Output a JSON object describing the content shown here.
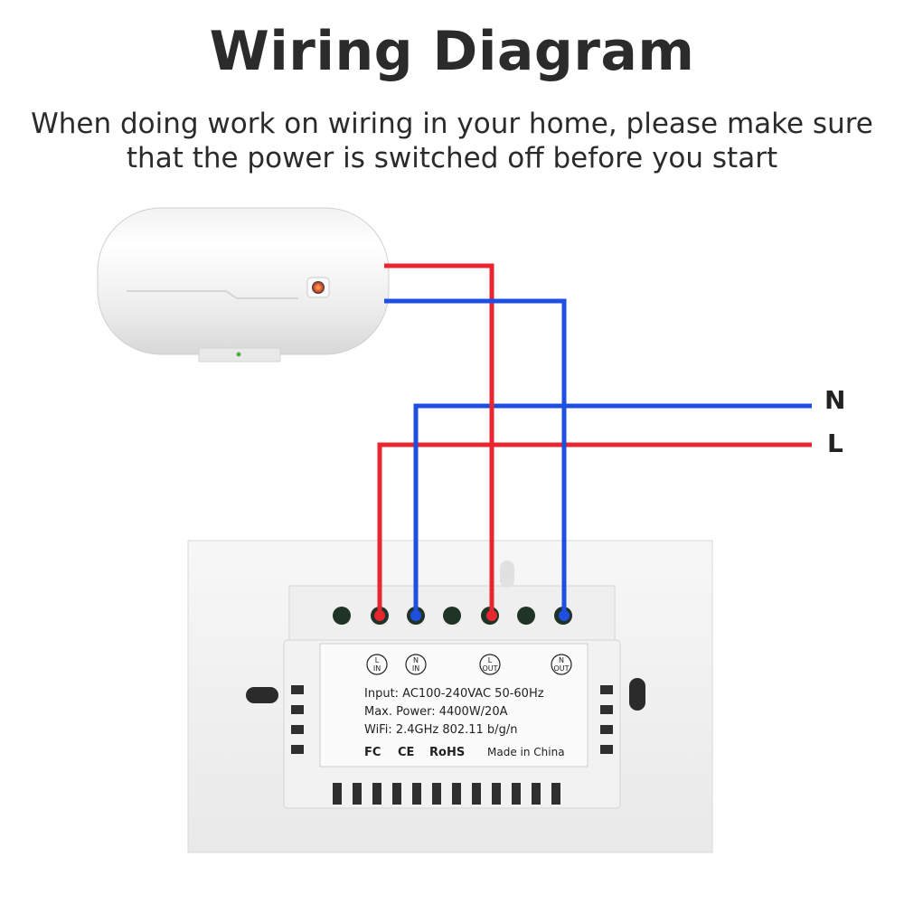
{
  "header": {
    "title": "Wiring Diagram",
    "subtitle_line1": "When doing work on wiring in your home, please make sure",
    "subtitle_line2": "that the power is switched off before you start"
  },
  "mains": {
    "neutral_label": "N",
    "live_label": "L"
  },
  "switch_label": {
    "terminals": [
      {
        "top": "L",
        "bottom": "IN"
      },
      {
        "top": "N",
        "bottom": "IN"
      },
      {
        "top": "L",
        "bottom": "OUT"
      },
      {
        "top": "N",
        "bottom": "OUT"
      }
    ],
    "input": "Input: AC100-240VAC 50-60Hz",
    "max_power": "Max. Power: 4400W/20A",
    "wifi": "WiFi: 2.4GHz 802.11 b/g/n",
    "cert_fc": "FC",
    "cert_ce": "CE",
    "cert_rohs": "RoHS",
    "made_in": "Made in China"
  },
  "colors": {
    "live_wire": "#e8262f",
    "neutral_wire": "#1f4fe0",
    "text": "#2b2b2b"
  }
}
